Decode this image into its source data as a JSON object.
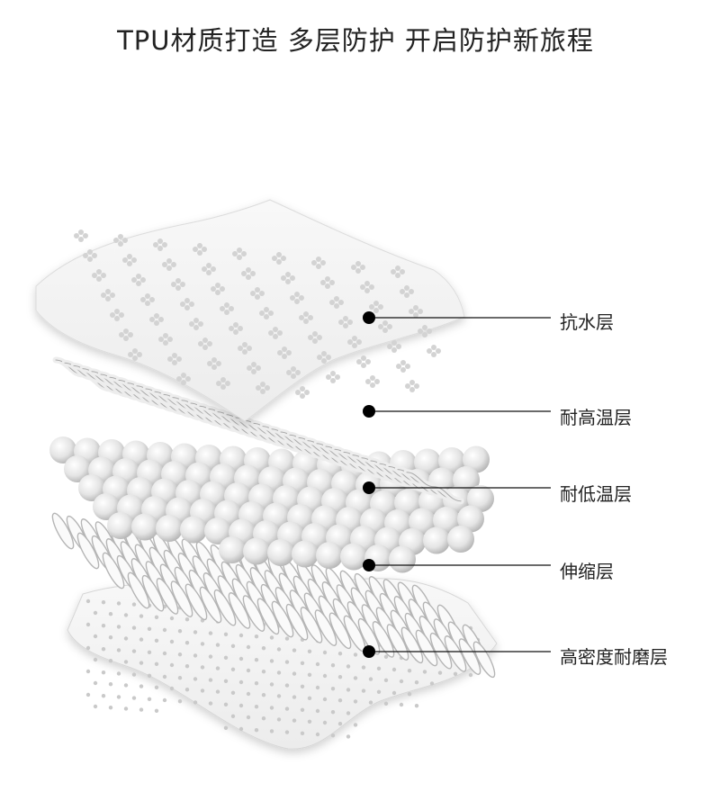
{
  "title": "TPU材质打造 多层防护 开启防护新旅程",
  "layers": [
    {
      "label": "抗水层"
    },
    {
      "label": "耐高温层"
    },
    {
      "label": "耐低温层"
    },
    {
      "label": "伸缩层"
    },
    {
      "label": "高密度耐磨层"
    }
  ],
  "colors": {
    "text": "#222222",
    "line": "#111111",
    "dot": "#000000"
  }
}
